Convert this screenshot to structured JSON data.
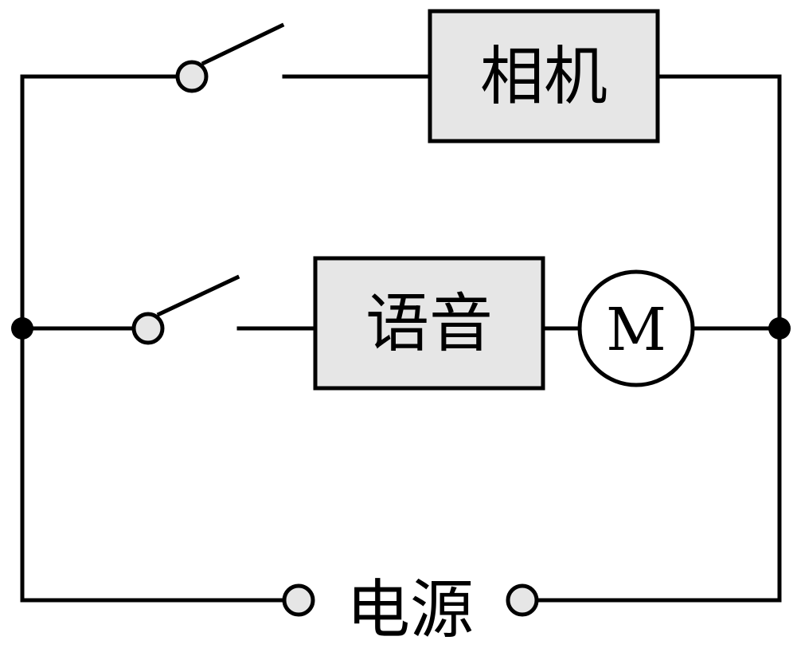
{
  "diagram": {
    "camera_label": "相机",
    "voice_label": "语音",
    "motor_label": "M",
    "power_label": "电源"
  }
}
